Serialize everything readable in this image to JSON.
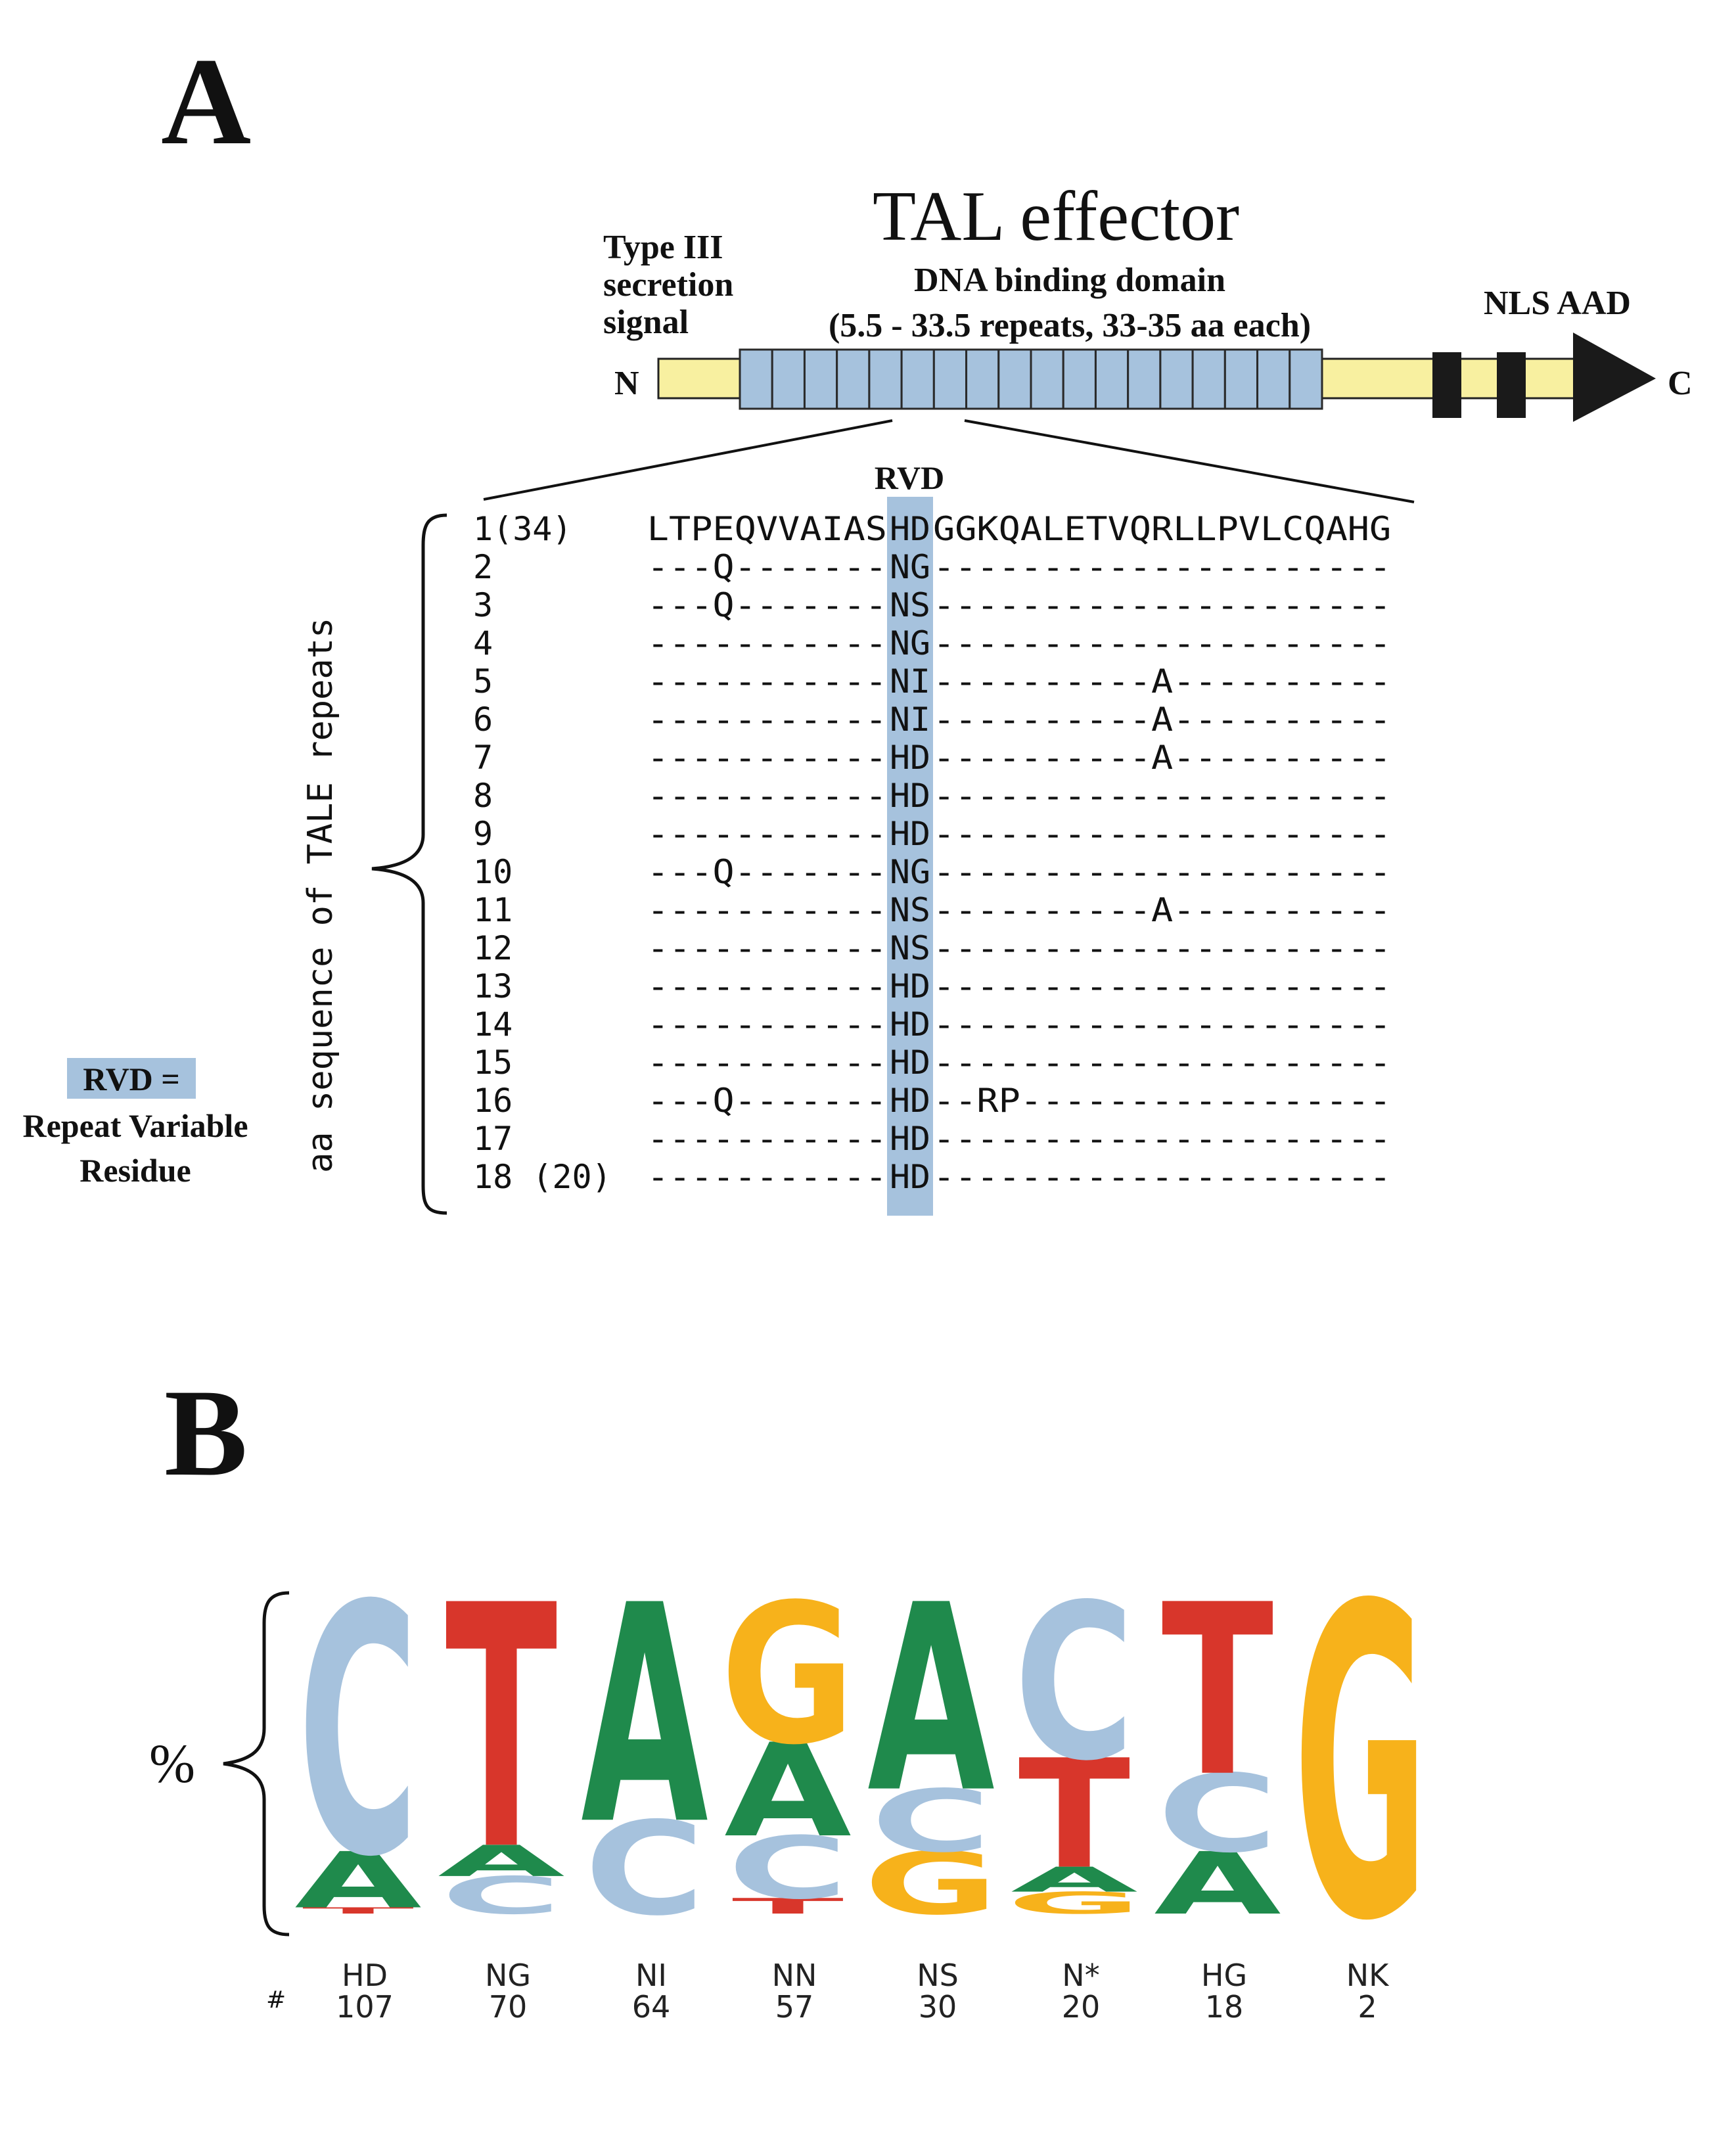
{
  "panel_a": {
    "label": "A",
    "title": "TAL effector",
    "secretion_label": [
      "Type III",
      "secretion",
      "signal"
    ],
    "dbd_label": "DNA binding domain",
    "dbd_sub": "(5.5 - 33.5 repeats, 33-35 aa each)",
    "nls_aad": "NLS AAD",
    "n_term": "N",
    "c_term": "C",
    "rvd_header": "RVD",
    "y_axis_label": "aa sequence of TALE repeats",
    "legend_box": "RVD =",
    "legend_text": [
      "Repeat Variable",
      "Residue"
    ],
    "colors": {
      "protein_bar": "#f8f0a0",
      "repeat_box": "#a6c2dd",
      "motif": "#111111"
    },
    "rows": [
      {
        "num": "1(34)",
        "pre": "LTPEQVVAIAS",
        "rvd": "HD",
        "post": "GGKQALETVQRLLPVLCQAHG",
        "consensus": true
      },
      {
        "num": "2",
        "pre": "---Q-------",
        "rvd": "NG",
        "post": "---------------------"
      },
      {
        "num": "3",
        "pre": "---Q-------",
        "rvd": "NS",
        "post": "---------------------"
      },
      {
        "num": "4",
        "pre": "-----------",
        "rvd": "NG",
        "post": "---------------------"
      },
      {
        "num": "5",
        "pre": "-----------",
        "rvd": "NI",
        "post": "----------A----------"
      },
      {
        "num": "6",
        "pre": "-----------",
        "rvd": "NI",
        "post": "----------A----------"
      },
      {
        "num": "7",
        "pre": "-----------",
        "rvd": "HD",
        "post": "----------A----------"
      },
      {
        "num": "8",
        "pre": "-----------",
        "rvd": "HD",
        "post": "---------------------"
      },
      {
        "num": "9",
        "pre": "-----------",
        "rvd": "HD",
        "post": "---------------------"
      },
      {
        "num": "10",
        "pre": "---Q-------",
        "rvd": "NG",
        "post": "---------------------"
      },
      {
        "num": "11",
        "pre": "-----------",
        "rvd": "NS",
        "post": "----------A----------"
      },
      {
        "num": "12",
        "pre": "-----------",
        "rvd": "NS",
        "post": "---------------------"
      },
      {
        "num": "13",
        "pre": "-----------",
        "rvd": "HD",
        "post": "---------------------"
      },
      {
        "num": "14",
        "pre": "-----------",
        "rvd": "HD",
        "post": "---------------------"
      },
      {
        "num": "15",
        "pre": "-----------",
        "rvd": "HD",
        "post": "---------------------"
      },
      {
        "num": "16",
        "pre": "---Q-------",
        "rvd": "HD",
        "post": "--RP-----------------"
      },
      {
        "num": "17",
        "pre": "-----------",
        "rvd": "HD",
        "post": "---------------------"
      },
      {
        "num": "18 (20)",
        "pre": "-----------",
        "rvd": "HD",
        "post": "---------------------"
      }
    ]
  },
  "panel_b": {
    "label": "B",
    "y_label": "%",
    "count_marker": "#",
    "nucleotide_colors": {
      "A": "#1f8a4c",
      "C": "#a6c2dd",
      "G": "#f7b21b",
      "T": "#d8362b"
    },
    "columns": [
      {
        "rvd": "HD",
        "count": "107",
        "stack": [
          {
            "base": "T",
            "frac": 0.02
          },
          {
            "base": "A",
            "frac": 0.18
          },
          {
            "base": "C",
            "frac": 0.8
          }
        ]
      },
      {
        "rvd": "NG",
        "count": "70",
        "stack": [
          {
            "base": "C",
            "frac": 0.12
          },
          {
            "base": "A",
            "frac": 0.1
          },
          {
            "base": "T",
            "frac": 0.78
          }
        ]
      },
      {
        "rvd": "NI",
        "count": "64",
        "stack": [
          {
            "base": "C",
            "frac": 0.3
          },
          {
            "base": "A",
            "frac": 0.7
          }
        ]
      },
      {
        "rvd": "NN",
        "count": "57",
        "stack": [
          {
            "base": "T",
            "frac": 0.05
          },
          {
            "base": "C",
            "frac": 0.2
          },
          {
            "base": "A",
            "frac": 0.3
          },
          {
            "base": "G",
            "frac": 0.45
          }
        ]
      },
      {
        "rvd": "NS",
        "count": "30",
        "stack": [
          {
            "base": "G",
            "frac": 0.2
          },
          {
            "base": "C",
            "frac": 0.2
          },
          {
            "base": "A",
            "frac": 0.6
          }
        ]
      },
      {
        "rvd": "N*",
        "count": "20",
        "stack": [
          {
            "base": "G",
            "frac": 0.07
          },
          {
            "base": "A",
            "frac": 0.08
          },
          {
            "base": "T",
            "frac": 0.35
          },
          {
            "base": "C",
            "frac": 0.5
          }
        ]
      },
      {
        "rvd": "HG",
        "count": "18",
        "stack": [
          {
            "base": "A",
            "frac": 0.2
          },
          {
            "base": "C",
            "frac": 0.25
          },
          {
            "base": "T",
            "frac": 0.55
          }
        ]
      },
      {
        "rvd": "NK",
        "count": "2",
        "stack": [
          {
            "base": "G",
            "frac": 1.0
          }
        ]
      }
    ]
  }
}
